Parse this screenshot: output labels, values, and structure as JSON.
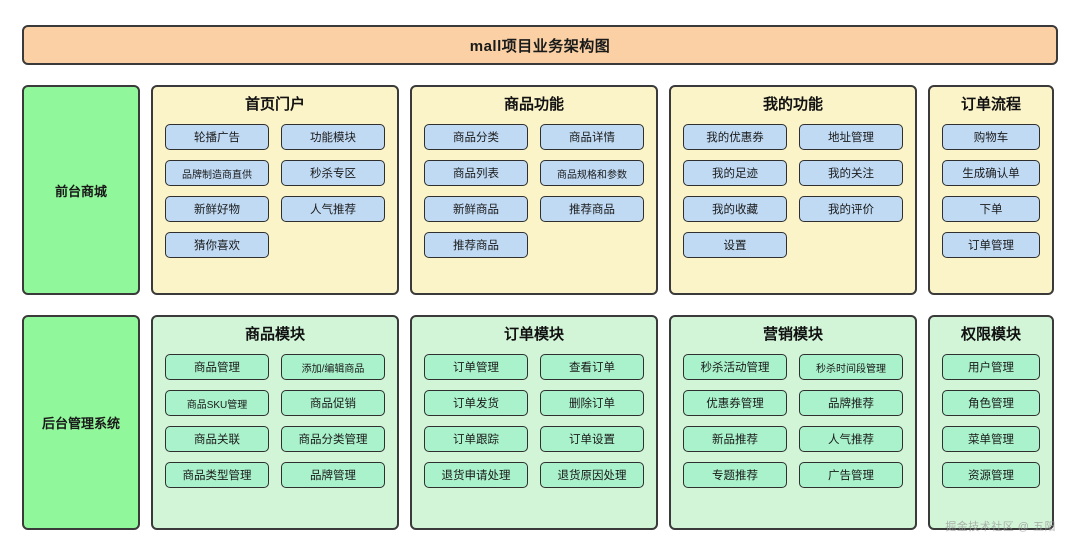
{
  "header": {
    "title": "mall项目业务架构图"
  },
  "watermark": {
    "text": "掘金技术社区 @ 五阳"
  },
  "colors": {
    "title_bg": "#fad0a4",
    "side_label_bg": "#90f79a",
    "front_group_bg": "#fbf4c8",
    "front_item_bg": "#c0daf4",
    "admin_group_bg": "#d2f5d8",
    "admin_item_bg": "#a9f2cb",
    "border": "#3a3a3a"
  },
  "rows": [
    {
      "side_label": "前台商城",
      "groups": [
        {
          "title": "首页门户",
          "columns": 2,
          "items": [
            "轮播广告",
            "功能模块",
            "品牌制造商直供",
            "秒杀专区",
            "新鲜好物",
            "人气推荐",
            "猜你喜欢"
          ]
        },
        {
          "title": "商品功能",
          "columns": 2,
          "items": [
            "商品分类",
            "商品详情",
            "商品列表",
            "商品规格和参数",
            "新鲜商品",
            "推荐商品",
            "推荐商品"
          ]
        },
        {
          "title": "我的功能",
          "columns": 2,
          "items": [
            "我的优惠券",
            "地址管理",
            "我的足迹",
            "我的关注",
            "我的收藏",
            "我的评价",
            "设置"
          ]
        },
        {
          "title": "订单流程",
          "columns": 1,
          "items": [
            "购物车",
            "生成确认单",
            "下单",
            "订单管理"
          ]
        }
      ]
    },
    {
      "side_label": "后台管理系统",
      "groups": [
        {
          "title": "商品模块",
          "columns": 2,
          "items": [
            "商品管理",
            "添加/编辑商品",
            "商品SKU管理",
            "商品促销",
            "商品关联",
            "商品分类管理",
            "商品类型管理",
            "品牌管理"
          ]
        },
        {
          "title": "订单模块",
          "columns": 2,
          "items": [
            "订单管理",
            "查看订单",
            "订单发货",
            "删除订单",
            "订单跟踪",
            "订单设置",
            "退货申请处理",
            "退货原因处理"
          ]
        },
        {
          "title": "营销模块",
          "columns": 2,
          "items": [
            "秒杀活动管理",
            "秒杀时间段管理",
            "优惠券管理",
            "品牌推荐",
            "新品推荐",
            "人气推荐",
            "专题推荐",
            "广告管理"
          ]
        },
        {
          "title": "权限模块",
          "columns": 1,
          "items": [
            "用户管理",
            "角色管理",
            "菜单管理",
            "资源管理"
          ]
        }
      ]
    }
  ]
}
